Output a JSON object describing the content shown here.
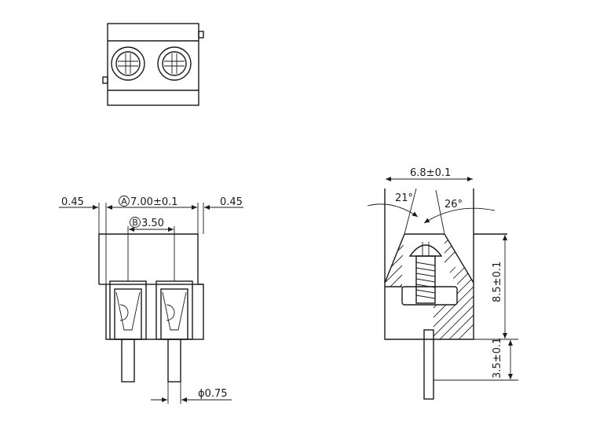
{
  "drawing": {
    "dims": {
      "wall_left": "0.45",
      "pitch_a": "7.00±0.1",
      "wall_right": "0.45",
      "pitch_b": "3.50",
      "pin_diameter": "ϕ0.75",
      "width": "6.8±0.1",
      "height": "8.5±0.1",
      "pin_length": "3.5±0.1",
      "angle_left": "21°",
      "angle_right": "26°"
    },
    "datum_a": "A",
    "datum_b": "B"
  }
}
